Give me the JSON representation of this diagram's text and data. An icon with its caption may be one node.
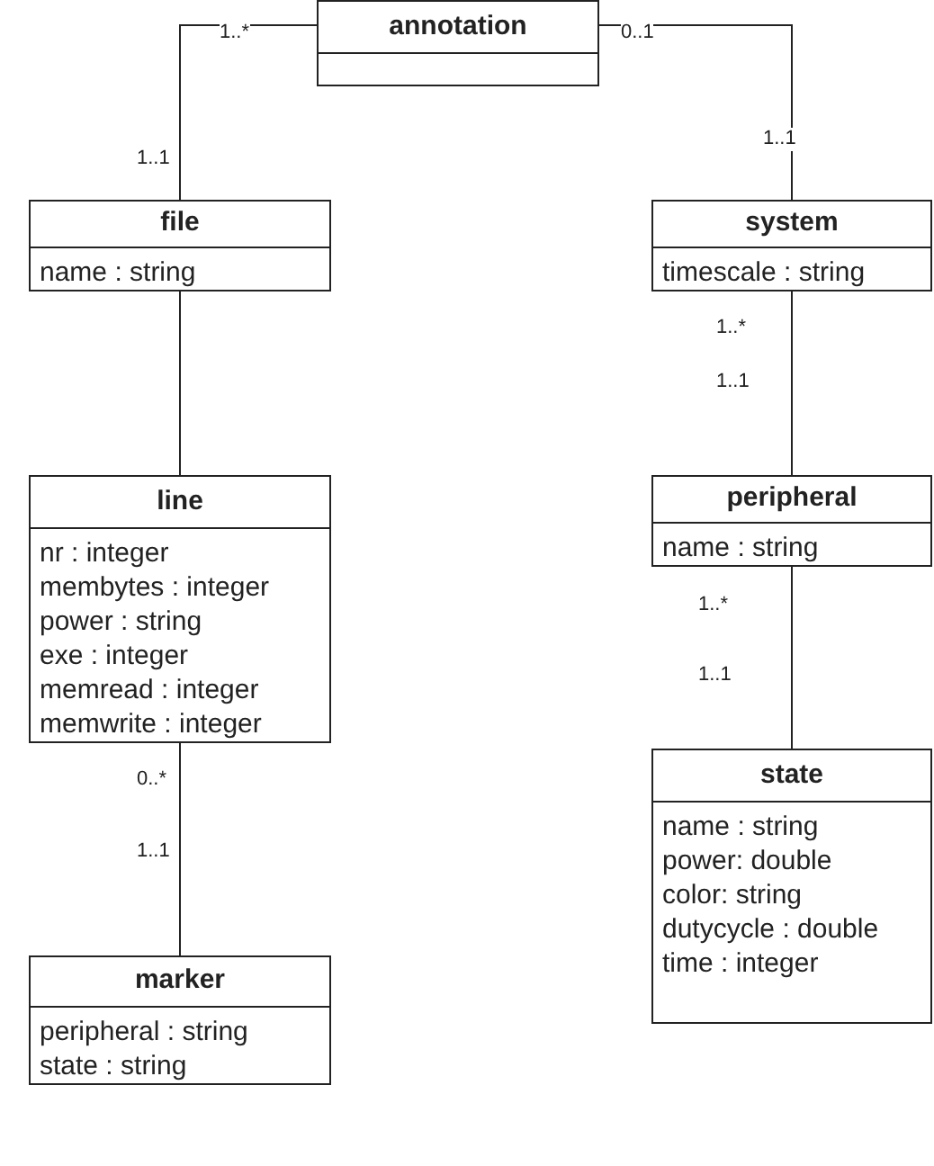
{
  "diagram": {
    "nodes": [
      {
        "text": [
          "annotation"
        ]
      },
      {
        "text": [
          "file",
          "name : string"
        ]
      },
      {
        "text": [
          "system",
          "timescale : string"
        ]
      },
      {
        "text": [
          "line",
          "nr : integer",
          "membytes : integer",
          "power : string",
          "exe : integer",
          "memread : integer",
          "memwrite : integer"
        ]
      },
      {
        "text": [
          "peripheral",
          "name : string"
        ]
      },
      {
        "text": [
          "state",
          "name : string",
          "power: double",
          "color: string",
          "dutycycle : double",
          "time : integer"
        ]
      },
      {
        "text": [
          "marker",
          "peripheral : string",
          "state : string"
        ]
      }
    ],
    "edges": [
      {
        "from": 0,
        "to": 1,
        "arrow": "none"
      },
      {
        "from": 0,
        "to": 2,
        "arrow": "none"
      },
      {
        "from": 1,
        "to": 3,
        "arrow": "none"
      },
      {
        "from": 2,
        "to": 4,
        "arrow": "none"
      },
      {
        "from": 4,
        "to": 5,
        "arrow": "none"
      },
      {
        "from": 3,
        "to": 6,
        "arrow": "none"
      }
    ],
    "labels": [
      "1..*",
      "0..1",
      "1..1",
      "1..1",
      "1..*",
      "1..1",
      "1..*",
      "1..1",
      "0..*",
      "1..1"
    ]
  }
}
